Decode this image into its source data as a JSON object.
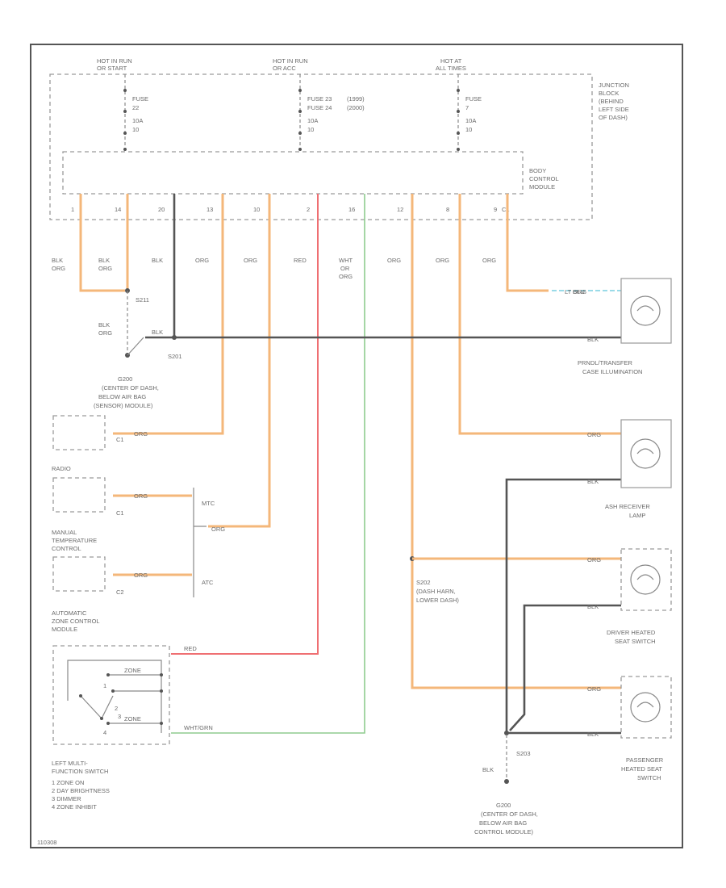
{
  "power_sources": [
    {
      "line1": "HOT IN RUN",
      "line2": "OR START"
    },
    {
      "line1": "HOT IN RUN",
      "line2": "OR ACC"
    },
    {
      "line1": "HOT AT",
      "line2": "ALL TIMES"
    }
  ],
  "fuses": [
    {
      "lines": [
        "FUSE",
        "22",
        "10A",
        "10"
      ]
    },
    {
      "lines": [
        "FUSE 23",
        "FUSE 24",
        "10A",
        "10"
      ],
      "notes": [
        "(1999)",
        "(2000)"
      ]
    },
    {
      "lines": [
        "FUSE",
        "7",
        "10A",
        "10"
      ]
    }
  ],
  "junction_block": [
    "JUNCTION",
    "BLOCK",
    "(BEHIND",
    "LEFT SIDE",
    "OF DASH)"
  ],
  "body_control_module": [
    "BODY",
    "CONTROL",
    "MODULE"
  ],
  "bcm_pins": [
    "1",
    "14",
    "20",
    "13",
    "10",
    "2",
    "16",
    "12",
    "8",
    "9"
  ],
  "bcm_connector": "C1",
  "wire_colors": [
    [
      "BLK",
      "ORG"
    ],
    [
      "BLK",
      "ORG"
    ],
    [
      "BLK"
    ],
    [
      "ORG"
    ],
    [
      "ORG"
    ],
    [
      "RED"
    ],
    [
      "WHT",
      "OR",
      "ORG"
    ],
    [
      "ORG"
    ],
    [
      "ORG"
    ],
    [
      "ORG"
    ]
  ],
  "splices": {
    "s1": "S211",
    "s2": "S201",
    "s3": "S202",
    "s4": "S203",
    "s4_desc": [
      "(DASH HARN,",
      "LOWER DASH)"
    ]
  },
  "ground_g200": {
    "label": "G200",
    "desc": [
      "(CENTER OF DASH,",
      "BELOW AIR BAG",
      "(SENSOR) MODULE)"
    ]
  },
  "ground_g200b": {
    "label": "G200",
    "desc": [
      "(CENTER OF DASH,",
      "BELOW AIR BAG",
      "CONTROL MODULE)"
    ]
  },
  "left_wires": {
    "w1": [
      "BLK",
      "ORG"
    ],
    "w2": "BLK"
  },
  "lamps": [
    {
      "name": [
        "PRNDL/TRANSFER",
        "CASE ILLUMINATION"
      ],
      "wire1": "ORG",
      "wire1b": "LT BLU",
      "wire2": "BLK"
    },
    {
      "name": [
        "ASH RECEIVER",
        "LAMP"
      ],
      "wire1": "ORG",
      "wire2": "BLK"
    },
    {
      "name": [
        "DRIVER HEATED",
        "SEAT SWITCH"
      ],
      "wire1": "ORG",
      "wire2": "BLK"
    },
    {
      "name": [
        "PASSENGER",
        "HEATED SEAT",
        "SWITCH"
      ],
      "wire1": "ORG",
      "wire2": "BLK"
    }
  ],
  "modules": [
    {
      "name": [],
      "connector": "C1",
      "wire": "ORG"
    },
    {
      "name": [
        "RADIO"
      ],
      "connector": "C1",
      "wire": "ORG"
    },
    {
      "name": [
        "MANUAL",
        "TEMPERATURE",
        "CONTROL"
      ],
      "connector": "C2",
      "wire": "ORG"
    }
  ],
  "atc": {
    "top": "MTC",
    "bottom": "ATC",
    "wire": "ORG"
  },
  "azc_module": [
    "AUTOMATIC",
    "ZONE CONTROL",
    "MODULE"
  ],
  "switch_wires": {
    "red": "RED",
    "grn": "WHT/GRN",
    "sw1": "ZONE",
    "sw2": "ZONE"
  },
  "switch_terms": [
    "1",
    "2",
    "3",
    "4"
  ],
  "left_multi_switch": {
    "name": [
      "LEFT MULTI-",
      "FUNCTION SWITCH"
    ],
    "items": [
      "1  ZONE ON",
      "2  DAY BRIGHTNESS",
      "3  DIMMER",
      "4  ZONE INHIBIT"
    ]
  },
  "figure_id": "110308"
}
